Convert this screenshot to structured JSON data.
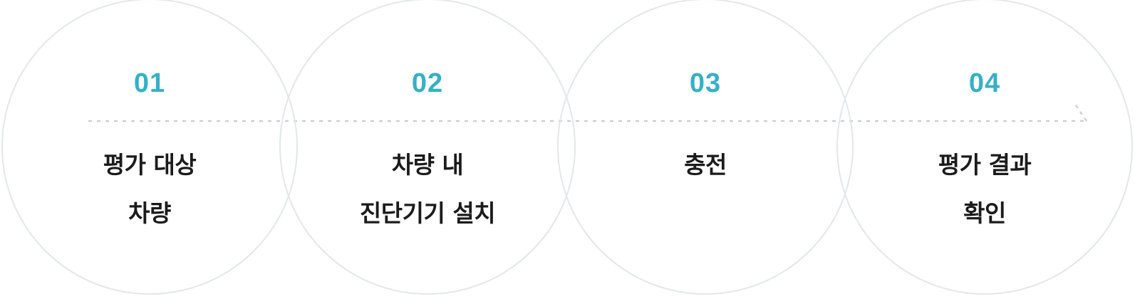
{
  "colors": {
    "accent": "#35b0c8",
    "circle_stroke": "#e1e7ec",
    "dashed_line": "#cbd0d5",
    "text": "#1b1b1b"
  },
  "process": {
    "steps": [
      {
        "number": "01",
        "lines": [
          "평가 대상",
          "차량"
        ]
      },
      {
        "number": "02",
        "lines": [
          "차량 내",
          "진단기기 설치"
        ]
      },
      {
        "number": "03",
        "lines": [
          "충전"
        ]
      },
      {
        "number": "04",
        "lines": [
          "평가 결과",
          "확인"
        ]
      }
    ],
    "connector": {
      "style": "dashed-arrow",
      "icon": "arrow-right-icon"
    }
  }
}
